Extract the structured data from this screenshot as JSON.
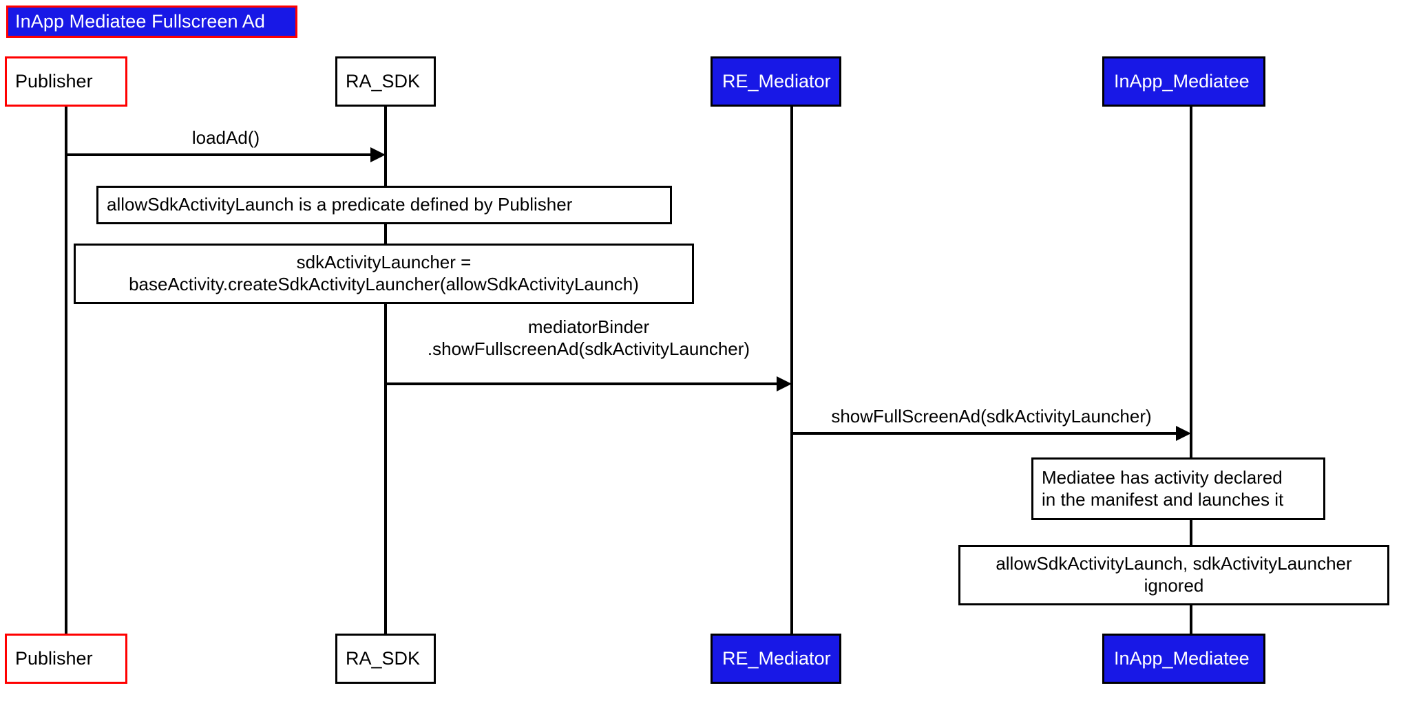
{
  "diagram": {
    "title": "InApp Mediatee Fullscreen Ad",
    "type": "uml-sequence-diagram"
  },
  "colors": {
    "blue_fill": "#1818e6",
    "red_border": "#ff0000",
    "black": "#000000",
    "white": "#ffffff"
  },
  "participants": [
    {
      "id": "publisher",
      "label": "Publisher",
      "fill": "white",
      "border": "red",
      "text": "black"
    },
    {
      "id": "ra_sdk",
      "label": "RA_SDK",
      "fill": "white",
      "border": "black",
      "text": "black"
    },
    {
      "id": "re_mediator",
      "label": "RE_Mediator",
      "fill": "blue",
      "border": "black",
      "text": "white"
    },
    {
      "id": "inapp",
      "label": "InApp_Mediatee",
      "fill": "blue",
      "border": "black",
      "text": "white"
    }
  ],
  "messages": [
    {
      "id": "m1",
      "from": "publisher",
      "to": "ra_sdk",
      "lines": [
        "loadAd()"
      ]
    },
    {
      "id": "m2",
      "from": "ra_sdk",
      "to": "re_mediator",
      "lines": [
        "mediatorBinder",
        ".showFullscreenAd(sdkActivityLauncher)"
      ]
    },
    {
      "id": "m3",
      "from": "re_mediator",
      "to": "inapp",
      "lines": [
        "showFullScreenAd(sdkActivityLauncher)"
      ]
    }
  ],
  "notes": [
    {
      "id": "n1",
      "align": "left",
      "lines": [
        "allowSdkActivityLaunch is a predicate defined by Publisher"
      ]
    },
    {
      "id": "n2",
      "align": "center",
      "lines": [
        "sdkActivityLauncher =",
        "baseActivity.createSdkActivityLauncher(allowSdkActivityLaunch)"
      ]
    },
    {
      "id": "n3",
      "align": "left",
      "lines": [
        "Mediatee has activity declared",
        "in the manifest and launches it"
      ]
    },
    {
      "id": "n4",
      "align": "center",
      "lines": [
        "allowSdkActivityLaunch, sdkActivityLauncher",
        "ignored"
      ]
    }
  ]
}
